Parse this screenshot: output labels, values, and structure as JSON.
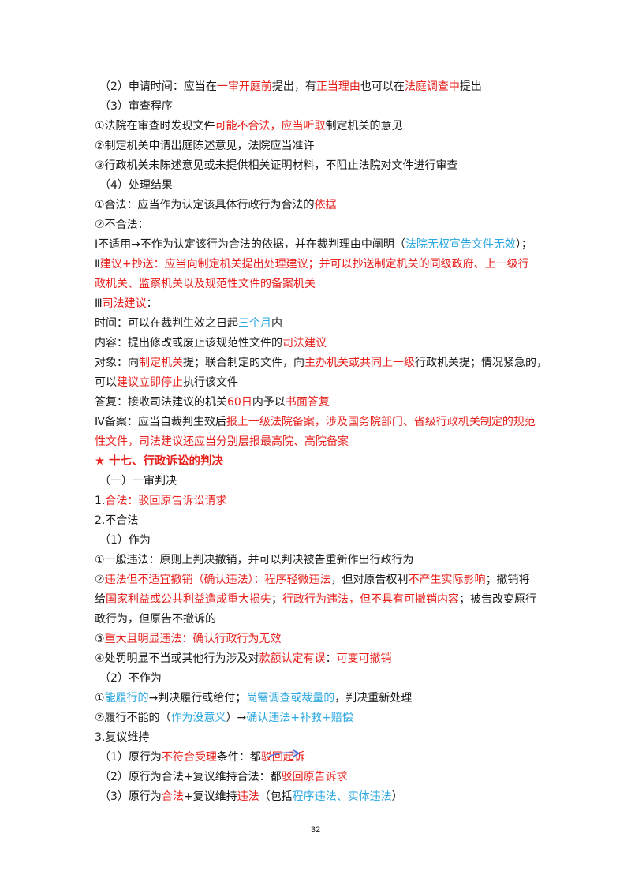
{
  "lines": [
    [
      "（2）申请时间：应当在",
      {
        "t": "一审开庭前",
        "c": "red"
      },
      "提出，有",
      {
        "t": "正当理由",
        "c": "red"
      },
      "也可以在",
      {
        "t": "法庭调查中",
        "c": "red"
      },
      "提出"
    ],
    [
      "（3）审查程序"
    ],
    [
      "①法院在审查时发现文件",
      {
        "t": "可能不合法，应当听取",
        "c": "red"
      },
      "制定机关的意见"
    ],
    [
      "②制定机关申请出庭陈述意见，法院应当准许"
    ],
    [
      "③行政机关未陈述意见或未提供相关证明材料，不阻止法院对文件进行审查"
    ],
    [
      "（4）处理结果"
    ],
    [
      "①合法：应当作为认定该具体行政行为合法的",
      {
        "t": "依据",
        "c": "red"
      }
    ],
    [
      "②不合法："
    ],
    [
      "Ⅰ不适用→不作为认定该行为合法的依据，并在裁判理由中阐明（",
      {
        "t": "法院无权宣告文件无效",
        "c": "blue"
      },
      "）；"
    ],
    [
      "Ⅱ",
      {
        "t": "建议+抄送：应当向制定机关提出处理建议；并可以抄送制定机关的同级政府、上一级行",
        "c": "red"
      }
    ],
    [
      {
        "t": "政机关、监察机关以及规范性文件的备案机关",
        "c": "red"
      }
    ],
    [
      "Ⅲ",
      {
        "t": "司法建议",
        "c": "red"
      },
      "："
    ],
    [
      "时间：可以在裁判生效之日起",
      {
        "t": "三个月",
        "c": "blue"
      },
      "内"
    ],
    [
      "内容：提出修改或废止该规范性文件的",
      {
        "t": "司法建议",
        "c": "red"
      }
    ],
    [
      "对象：向",
      {
        "t": "制定机关",
        "c": "red"
      },
      "提；联合制定的文件，向",
      {
        "t": "主办机关或共同上一级",
        "c": "red"
      },
      "行政机关提；情况紧急的，"
    ],
    [
      "可以",
      {
        "t": "建议立即停止",
        "c": "red"
      },
      "执行该文件"
    ],
    [
      "答复：接收司法建议的机关",
      {
        "t": "60日",
        "c": "red"
      },
      "内予以",
      {
        "t": "书面答复",
        "c": "red"
      }
    ],
    [
      "Ⅳ备案：应当自裁判生效后",
      {
        "t": "报上一级法院备案，涉及国务院部门、省级行政机关制定的规范",
        "c": "red"
      }
    ],
    [
      {
        "t": "性文件，司法建议还应当分别层报最高院、高院备案",
        "c": "red"
      }
    ],
    [
      {
        "t": "★ 十七、行政诉讼的判决",
        "c": "heading"
      }
    ],
    [
      "（一）一审判决"
    ],
    [
      "1.",
      {
        "t": "合法：驳回原告诉讼请求",
        "c": "red"
      }
    ],
    [
      "2.不合法"
    ],
    [
      "（1）作为"
    ],
    [
      "①一般违法：原则上判决撤销，并可以判决被告重新作出行政行为"
    ],
    [
      "②",
      {
        "t": "违法但不适宜撤销（确认违法）：程序轻微违法",
        "c": "red"
      },
      "，但对原告权利",
      {
        "t": "不产生实际影响",
        "c": "red"
      },
      "；撤销将"
    ],
    [
      "给",
      {
        "t": "国家利益或公共利益造成重大损失",
        "c": "red"
      },
      "；",
      {
        "t": "行政行为违法，但不具有可撤销内容",
        "c": "red"
      },
      "；被告改变原行"
    ],
    [
      "政行为，但原告不撤诉的"
    ],
    [
      "③",
      {
        "t": "重大且明显违法：确认行政行为无效",
        "c": "red"
      }
    ],
    [
      "④处罚明显不当或其他行为涉及对",
      {
        "t": "款额认定有误",
        "c": "red"
      },
      "：",
      {
        "t": "可变可撤销",
        "c": "red"
      }
    ],
    [
      "（2）不作为"
    ],
    [
      "①",
      {
        "t": "能履行的",
        "c": "blue"
      },
      "→判决履行或给付；",
      {
        "t": "尚需调查或裁量的",
        "c": "blue"
      },
      "，判决重新处理"
    ],
    [
      "②履行不能的（",
      {
        "t": "作为没意义",
        "c": "blue"
      },
      "）→",
      {
        "t": "确认违法+补救+赔偿",
        "c": "blue"
      }
    ],
    [
      "3.复议维持"
    ],
    [
      "（1）原行为",
      {
        "t": "不符合受理",
        "c": "red"
      },
      "条件：都",
      {
        "t": "驳回起诉",
        "c": "red"
      }
    ],
    [
      "（2）原行为合法+复议维持合法：都",
      {
        "t": "驳回原告诉求",
        "c": "red"
      }
    ],
    [
      "（3）原行为",
      {
        "t": "合法",
        "c": "red"
      },
      "+复议维持",
      {
        "t": "违法",
        "c": "red"
      },
      "（包括",
      {
        "t": "程序违法、实体违法",
        "c": "blue"
      },
      "）"
    ]
  ],
  "indented": [
    0,
    1,
    5,
    20,
    23,
    30,
    34,
    35,
    36
  ],
  "colors": {
    "red": "#e8211d",
    "blue": "#2aa7df",
    "arrow": "#4f6fd6"
  },
  "page_number": "32"
}
